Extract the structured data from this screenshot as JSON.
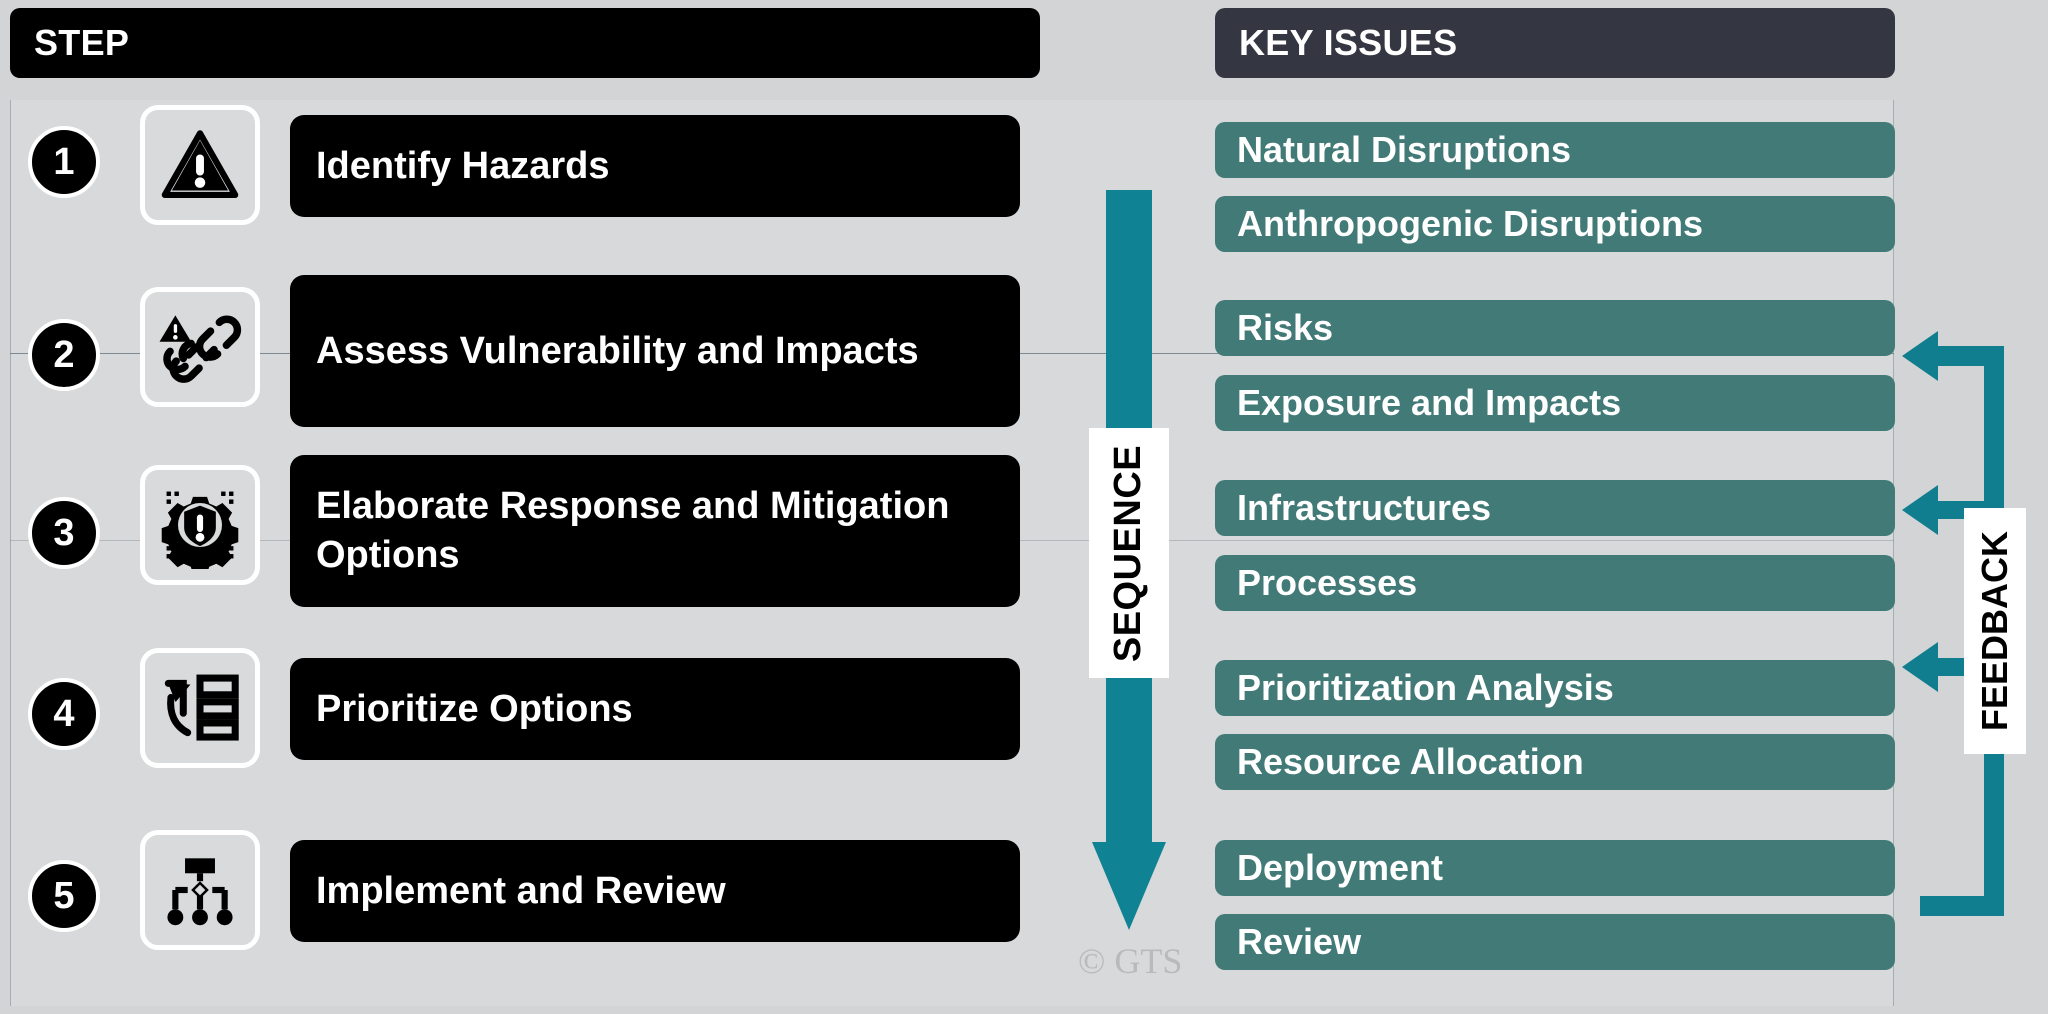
{
  "headers": {
    "step": "STEP",
    "key_issues": "KEY ISSUES"
  },
  "colors": {
    "page_background": "#d2d4d6",
    "band_background": "#d7d9da",
    "step_header": "#000000",
    "key_header": "#343642",
    "step_pill": "#000000",
    "key_pill": "#427a77",
    "sequence_arrow": "#0f8294",
    "feedback_arrow": "#107e8e",
    "text_on_dark": "#ffffff",
    "watermark": "#b8babc"
  },
  "steps": [
    {
      "number": "1",
      "label": "Identify Hazards",
      "icon": "warning-triangle-icon",
      "issues": [
        "Natural Disruptions",
        "Anthropogenic Disruptions"
      ]
    },
    {
      "number": "2",
      "label": "Assess Vulnerability and Impacts",
      "icon": "broken-chain-warning-icon",
      "issues": [
        "Risks",
        "Exposure and Impacts"
      ]
    },
    {
      "number": "3",
      "label": "Elaborate Response and Mitigation Options",
      "icon": "gear-shield-alert-icon",
      "issues": [
        "Infrastructures",
        "Processes"
      ]
    },
    {
      "number": "4",
      "label": "Prioritize Options",
      "icon": "reorder-list-arrow-icon",
      "issues": [
        "Prioritization Analysis",
        "Resource Allocation"
      ]
    },
    {
      "number": "5",
      "label": "Implement and Review",
      "icon": "hierarchy-tree-icon",
      "issues": [
        "Deployment",
        "Review"
      ]
    }
  ],
  "arrows": {
    "sequence_label": "SEQUENCE",
    "feedback_label": "FEEDBACK"
  },
  "watermark": "© GTS"
}
